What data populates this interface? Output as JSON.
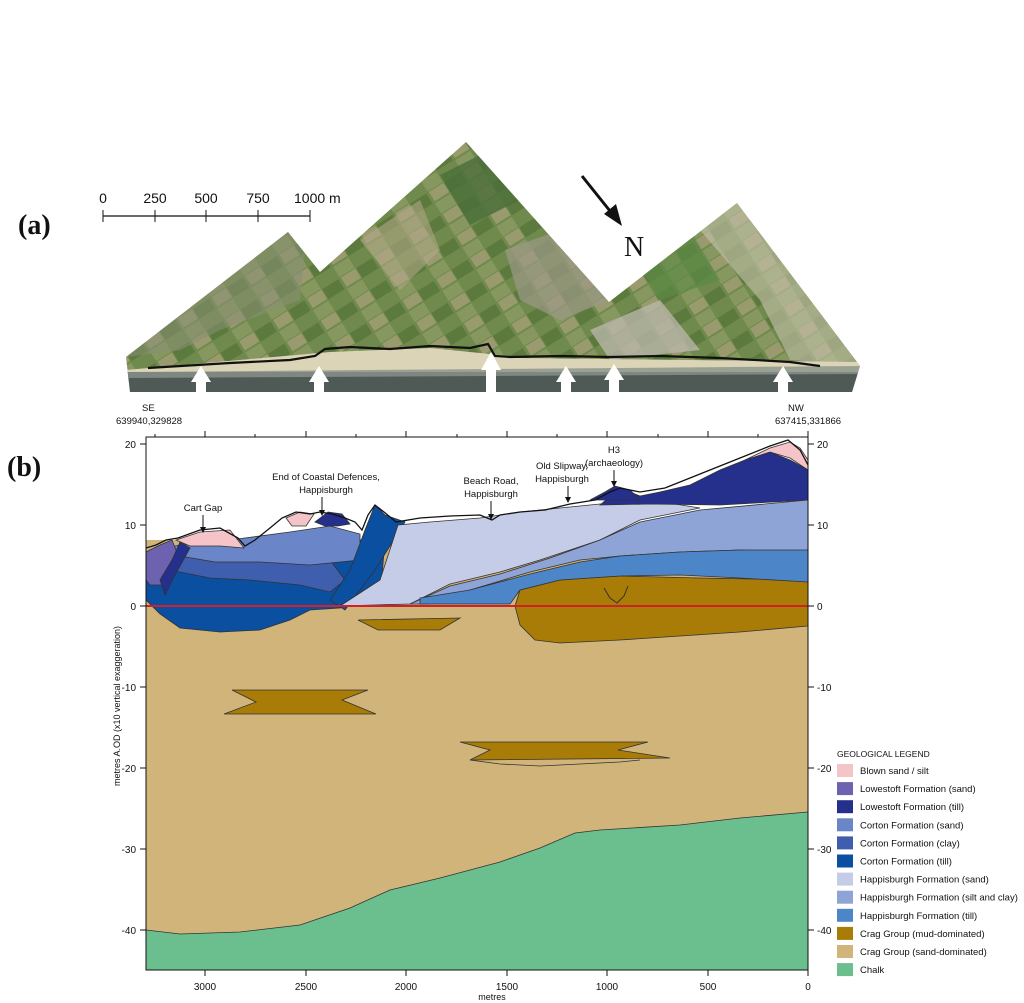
{
  "panel_a": {
    "label": "(a)",
    "scale_bar": {
      "ticks": [
        "0",
        "250",
        "500",
        "750",
        "1000 m"
      ]
    },
    "north_label": "N",
    "arrows_count": 6
  },
  "transect_ends": {
    "se_label": "SE",
    "se_coord": "639940,329828",
    "nw_label": "NW",
    "nw_coord": "637415,331866"
  },
  "panel_b": {
    "label": "(b)",
    "y_axis_label": "metres A.OD (x10 vertical exaggeration)",
    "x_axis_label": "metres",
    "x_ticks": [
      "3000",
      "2500",
      "2000",
      "1500",
      "1000",
      "500",
      "0"
    ],
    "y_ticks_left": [
      "20",
      "10",
      "0",
      "-10",
      "-20",
      "-30",
      "-40"
    ],
    "y_ticks_right": [
      "20",
      "10",
      "0",
      "-10",
      "-20",
      "-30",
      "-40"
    ],
    "annotations": {
      "cart_gap": "Cart Gap",
      "coastal_defences_1": "End of Coastal Defences,",
      "coastal_defences_2": "Happisburgh",
      "beach_road_1": "Beach Road,",
      "beach_road_2": "Happisburgh",
      "slipway_1": "Old Slipway,",
      "slipway_2": "Happisburgh",
      "h3_1": "H3",
      "h3_2": "(archaeology)"
    },
    "colors": {
      "blown_sand": "#f4c4c8",
      "lowestoft_sand": "#6d62b0",
      "lowestoft_till": "#252f8c",
      "corton_sand": "#6b86c8",
      "corton_clay": "#3f5fae",
      "corton_till": "#0a4fa0",
      "happisburgh_sand": "#c5cce8",
      "happisburgh_silt": "#8ea3d6",
      "happisburgh_till": "#4d86c8",
      "crag_mud": "#a87c06",
      "crag_sand": "#d1b47a",
      "chalk": "#6bbf8e",
      "datum_line": "#d0202a"
    }
  },
  "legend": {
    "title": "GEOLOGICAL LEGEND",
    "items": [
      {
        "label": "Blown sand / silt",
        "color": "#f4c4c8"
      },
      {
        "label": "Lowestoft Formation (sand)",
        "color": "#6d62b0"
      },
      {
        "label": "Lowestoft Formation (till)",
        "color": "#252f8c"
      },
      {
        "label": "Corton Formation (sand)",
        "color": "#6b86c8"
      },
      {
        "label": "Corton Formation (clay)",
        "color": "#3f5fae"
      },
      {
        "label": "Corton Formation (till)",
        "color": "#0a4fa0"
      },
      {
        "label": "Happisburgh Formation (sand)",
        "color": "#c5cce8"
      },
      {
        "label": "Happisburgh Formation (silt and clay)",
        "color": "#8ea3d6"
      },
      {
        "label": "Happisburgh Formation (till)",
        "color": "#4d86c8"
      },
      {
        "label": "Crag Group (mud-dominated)",
        "color": "#a87c06"
      },
      {
        "label": "Crag Group (sand-dominated)",
        "color": "#d1b47a"
      },
      {
        "label": "Chalk",
        "color": "#6bbf8e"
      }
    ]
  }
}
